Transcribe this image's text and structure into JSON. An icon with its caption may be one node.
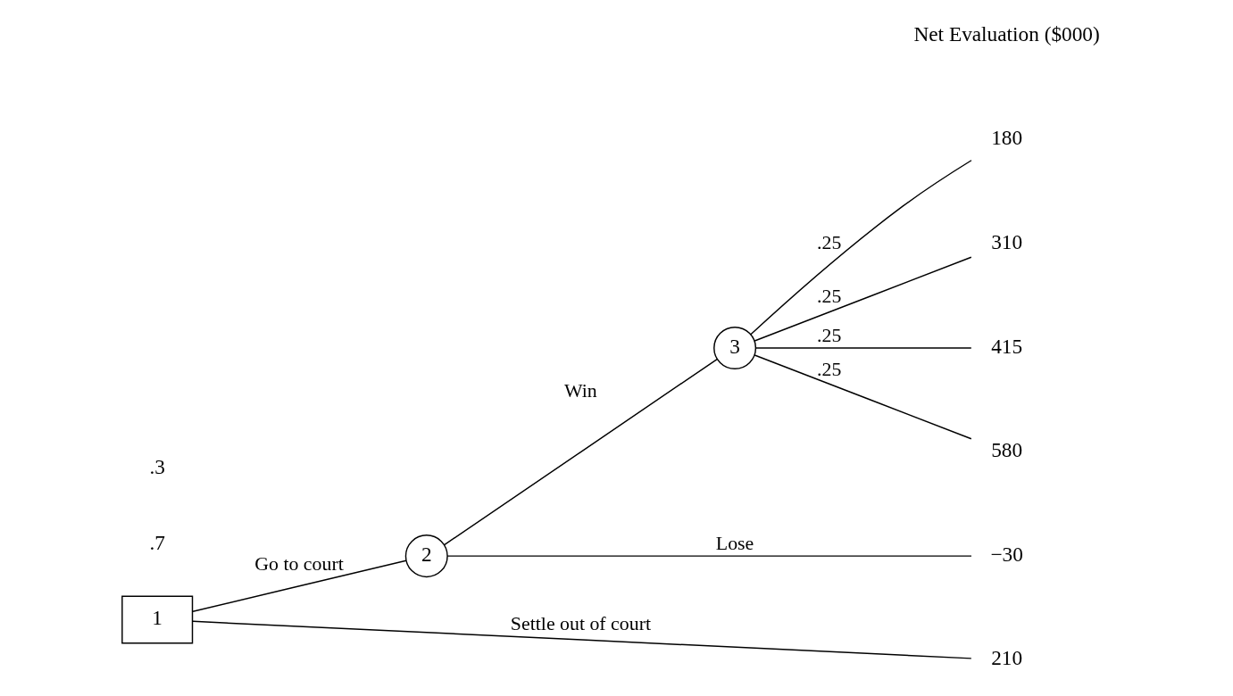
{
  "diagram": {
    "nodes": [
      {
        "text": [
          "1"
        ]
      },
      {
        "text": [
          "2"
        ]
      },
      {
        "text": [
          "3"
        ]
      },
      {
        "text": [
          "180"
        ]
      },
      {
        "text": [
          "310"
        ]
      },
      {
        "text": [
          "415"
        ]
      },
      {
        "text": [
          "580"
        ]
      },
      {
        "text": [
          "−30"
        ]
      },
      {
        "text": [
          "210"
        ]
      }
    ],
    "edges": [
      {
        "from": 0,
        "to": 1,
        "arrow": "none",
        "label": "Go to court"
      },
      {
        "from": 1,
        "to": 2,
        "arrow": "none",
        "label": "Win"
      },
      {
        "from": 2,
        "to": 3,
        "arrow": "none",
        "label": ".25"
      },
      {
        "from": 2,
        "to": 4,
        "arrow": "none",
        "label": ".25"
      },
      {
        "from": 2,
        "to": 5,
        "arrow": "none",
        "label": ".25"
      },
      {
        "from": 2,
        "to": 6,
        "arrow": "none",
        "label": ".25"
      },
      {
        "from": 1,
        "to": 7,
        "arrow": "none",
        "label": "Lose"
      },
      {
        "from": 0,
        "to": 8,
        "arrow": "none",
        "label": "Settle out of court"
      }
    ],
    "labels": [
      "Net Evaluation ($000)",
      ".7",
      ".3"
    ]
  }
}
